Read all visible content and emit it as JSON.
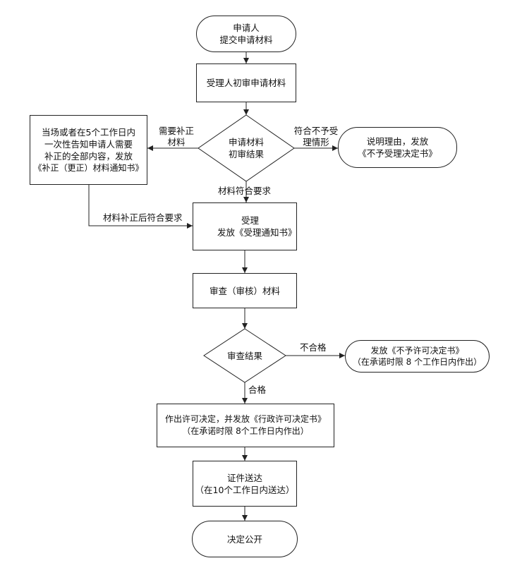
{
  "nodes": {
    "start": {
      "line1": "申请人",
      "line2": "提交申请材料"
    },
    "initial_review": {
      "line1": "受理人初审申请材料"
    },
    "initial_decision": {
      "line1": "申请材料",
      "line2": "初审结果"
    },
    "supplement_notice": {
      "line1": "当场或者在5个工作日内",
      "line2": "一次性告知申请人需要",
      "line3": "补正的全部内容，发放",
      "line4": "《补正（更正）材料通知书》"
    },
    "reject_acceptance": {
      "line1": "说明理由，发放",
      "line2": "《不予受理决定书》"
    },
    "accept": {
      "line1": "受理",
      "line2": "发放《受理通知书》"
    },
    "examine": {
      "line1": "审查（审核）材料"
    },
    "exam_decision": {
      "line1": "审查结果"
    },
    "deny_permit": {
      "line1": "发放《不予许可决定书》",
      "line2": "（在承诺时限 8 个工作日内作出）"
    },
    "grant_permit": {
      "line1": "作出许可决定，并发放《行政许可决定书》",
      "line2": "（在承诺时限  8个工作日内作出）"
    },
    "deliver": {
      "line1": "证件送达",
      "line2": "（在10个工作日内送达）"
    },
    "end": {
      "line1": "决定公开"
    }
  },
  "edge_labels": {
    "needs_supplement": {
      "line1": "需要补正",
      "line2": "材料"
    },
    "not_acceptable": {
      "line1": "符合不予受",
      "line2": "理情形"
    },
    "meets_requirements": "材料符合要求",
    "after_supplement": "材料补正后符合要求",
    "unqualified": "不合格",
    "qualified": "合格"
  }
}
